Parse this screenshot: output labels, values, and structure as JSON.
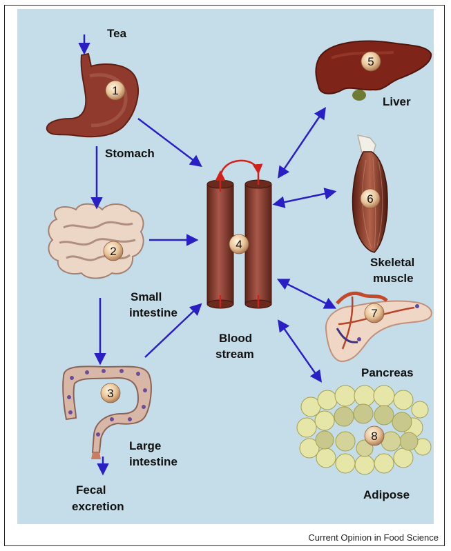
{
  "labels": {
    "tea": "Tea",
    "stomach": "Stomach",
    "small_intestine": [
      "Small",
      "intestine"
    ],
    "large_intestine": [
      "Large",
      "intestine"
    ],
    "fecal": [
      "Fecal",
      "excretion"
    ],
    "blood": [
      "Blood",
      "stream"
    ],
    "liver": "Liver",
    "muscle": [
      "Skeletal",
      "muscle"
    ],
    "pancreas": "Pancreas",
    "adipose": "Adipose"
  },
  "numbers": [
    "1",
    "2",
    "3",
    "4",
    "5",
    "6",
    "7",
    "8"
  ],
  "credit": "Current Opinion in Food Science",
  "colors": {
    "background": "#c5dde9",
    "arrow": "#2a1fc4",
    "loop": "#d0201a",
    "vessel": "#8c3e33"
  }
}
